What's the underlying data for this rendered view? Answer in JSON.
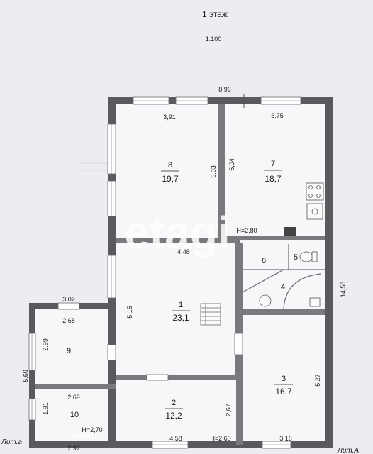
{
  "header": {
    "title": "1 этаж",
    "scale": "1:100"
  },
  "rooms": [
    {
      "number": "8",
      "area": "19,7"
    },
    {
      "number": "7",
      "area": "18,7"
    },
    {
      "number": "1",
      "area": "23,1"
    },
    {
      "number": "2",
      "area": "12,2"
    },
    {
      "number": "3",
      "area": "16,7"
    },
    {
      "number": "4",
      "area": ""
    },
    {
      "number": "5",
      "area": ""
    },
    {
      "number": "6",
      "area": ""
    },
    {
      "number": "9",
      "area": ""
    },
    {
      "number": "10",
      "area": ""
    }
  ],
  "dimensions": {
    "total_width": "8,96",
    "room8_width": "3,91",
    "room7_width": "3,75",
    "room8_depth": "5,03",
    "room7_depth": "5,04",
    "ceiling_h1": "H=2,80",
    "room1_width": "4,48",
    "room1_depth": "5,15",
    "total_depth": "14,58",
    "room9_outer": "3,02",
    "room9_width": "2,68",
    "room9_depth": "2,99",
    "annex_depth": "5,60",
    "room10_width": "2,69",
    "room10_depth": "1,91",
    "ceiling_h2": "H=2,70",
    "annex_width": "2,97",
    "room2_width": "4,58",
    "room2_depth": "2,67",
    "ceiling_h3": "H=2,60",
    "room3_width": "3,16",
    "room3_depth": "5,27"
  },
  "labels": {
    "lit_a_small": "Лит.а",
    "lit_a": "Лит.А"
  },
  "watermark": {
    "brand": "etagi",
    "site": "Домклик"
  }
}
